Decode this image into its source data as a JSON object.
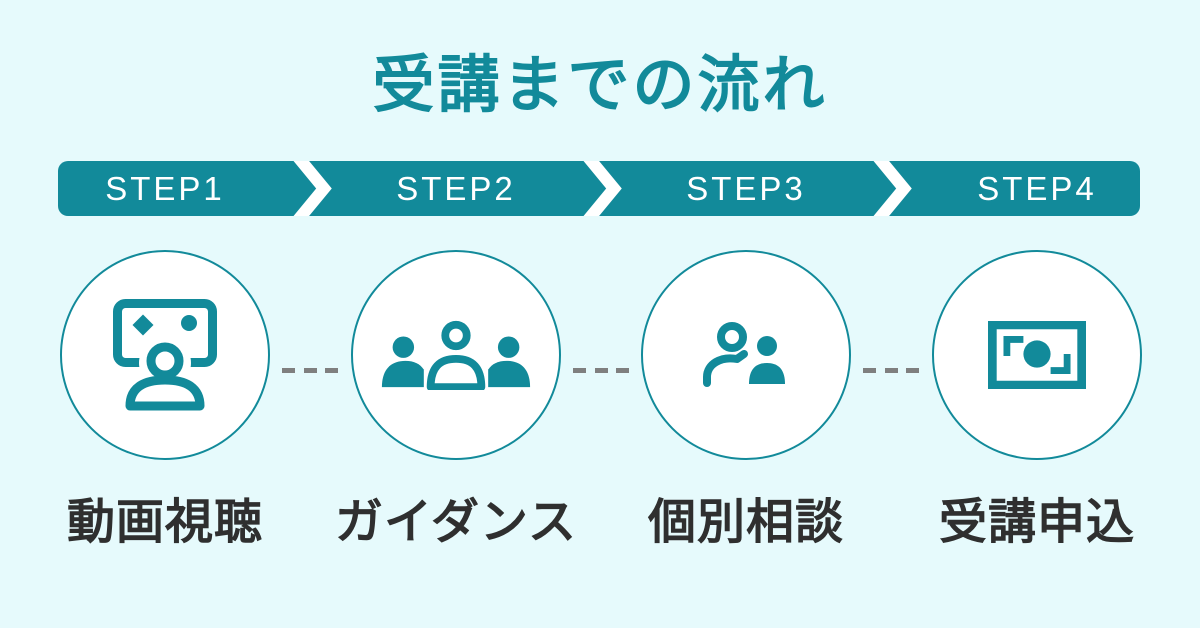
{
  "page": {
    "title": "受講までの流れ",
    "background_color": "#e6fafc",
    "accent_color": "#128a9a",
    "text_color": "#2f2f2f",
    "dash_color": "#7f7f7f"
  },
  "steps": [
    {
      "step_label": "STEP1",
      "name": "動画視聴",
      "icon": "webinar-video-icon"
    },
    {
      "step_label": "STEP2",
      "name": "ガイダンス",
      "icon": "group-people-icon"
    },
    {
      "step_label": "STEP3",
      "name": "個別相談",
      "icon": "two-person-consult-icon"
    },
    {
      "step_label": "STEP4",
      "name": "受講申込",
      "icon": "banknote-payment-icon"
    }
  ]
}
